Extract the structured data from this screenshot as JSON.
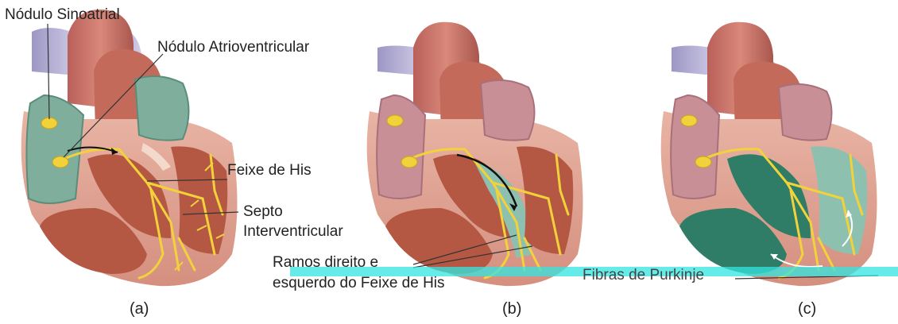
{
  "labels": {
    "sinoatrial": "Nódulo Sinoatrial",
    "atrioventricular": "Nódulo Atrioventricular",
    "his": "Feixe de His",
    "septo_1": "Septo",
    "septo_2": "Interventricular",
    "ramos_1": "Ramos direito e",
    "ramos_2": "esquerdo do Feixe de His",
    "purkinje": "Fibras de Purkinje"
  },
  "captions": [
    "(a)",
    "(b)",
    "(c)"
  ],
  "colors": {
    "myocardium": "#d9a090",
    "chamber": "#b55843",
    "vessel_blue": "#b7b2d6",
    "vessel_red": "#c9786a",
    "atrium_green": "#7fae9c",
    "depolarized": "#2f7d66",
    "conduction": "#f2d23a",
    "highlight": "#33e5e0"
  }
}
